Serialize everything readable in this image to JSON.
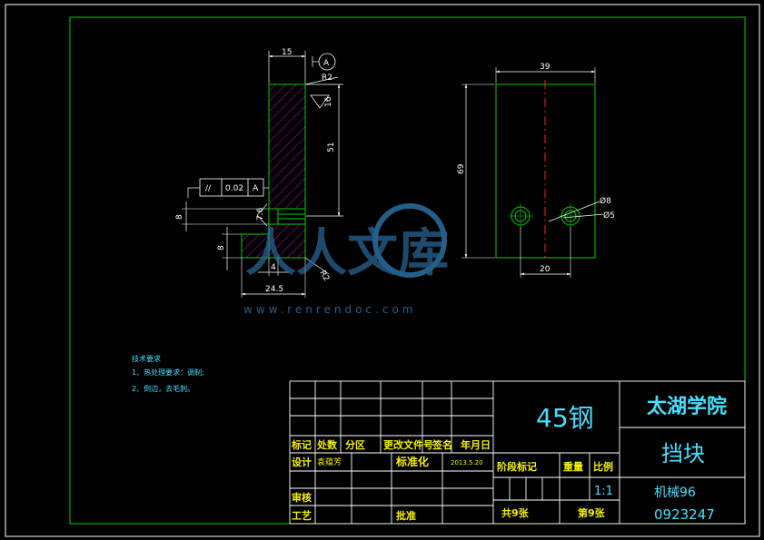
{
  "colors": {
    "background": "#000000",
    "frame": "#ffffff",
    "geometry": "#00d000",
    "hatch": "#c000c0",
    "centerline": "#ff2020",
    "dimension": "#ffffff",
    "title_text_cyan": "#45e0ff",
    "title_text_yellow": "#f4f000",
    "watermark": "#2d6fa3"
  },
  "left_view": {
    "dims": {
      "top_width": "15",
      "height_51": "51",
      "height_16": "16",
      "r2_top": "R2",
      "r2_bottom": "R2",
      "left_8a": "8",
      "left_8b": "8",
      "bottom_4": "4",
      "bottom_24_5": "24.5",
      "roughness": "7.6"
    },
    "datum_label": "A",
    "tolerance_symbol": "//",
    "tolerance_value": "0.02",
    "tolerance_datum": "A"
  },
  "right_view": {
    "dims": {
      "top_width": "39",
      "height_69": "69",
      "phi8": "Ø8",
      "phi5": "Ø5",
      "bottom_20": "20"
    }
  },
  "watermark": {
    "text": "人人文库",
    "url": "www.renrendoc.com"
  },
  "tech_notes": {
    "title": "技术要求",
    "items": [
      "1、热处理要求：调制;",
      "2、倒边，去毛刺。"
    ]
  },
  "title_block": {
    "material": "45钢",
    "school": "太湖学院",
    "part_name": "挡块",
    "class_name": "机械96",
    "student_id": "0923247",
    "row_headers": [
      "标记",
      "处数",
      "分区",
      "更改文件号",
      "签名",
      "年月日"
    ],
    "design_label": "设计",
    "designer": "袁蕴芳",
    "standardize_label": "标准化",
    "date": "2013.5.20",
    "stage_label": "阶段标记",
    "weight_label": "重量",
    "scale_label": "比例",
    "scale_value": "1:1",
    "review_label": "审核",
    "process_label": "工艺",
    "approve_label": "批准",
    "total_sheets": "共9张",
    "sheet_no": "第9张"
  }
}
